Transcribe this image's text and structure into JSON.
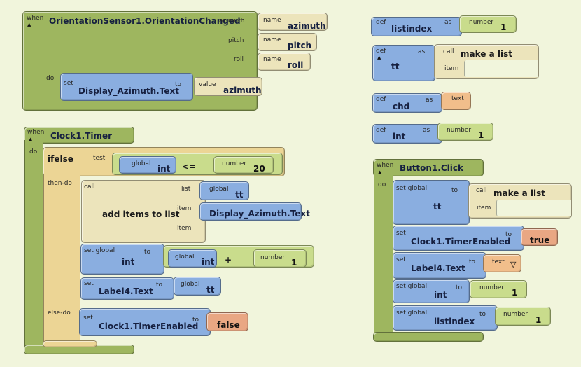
{
  "orientation_block": {
    "when": "when",
    "event": "OrientationSensor1.OrientationChanged",
    "params": [
      {
        "socket": "azimuth",
        "kw": "name",
        "value": "azimuth"
      },
      {
        "socket": "pitch",
        "kw": "name",
        "value": "pitch"
      },
      {
        "socket": "roll",
        "kw": "name",
        "value": "roll"
      }
    ],
    "do": "do",
    "set_kw": "set",
    "set_target": "Display_Azimuth.Text",
    "to": "to",
    "value_kw": "value",
    "value_name": "azimuth"
  },
  "clock_block": {
    "when": "when",
    "event": "Clock1.Timer",
    "do": "do",
    "ifelse": "ifelse",
    "test": "test",
    "global_kw": "global",
    "int_var": "int",
    "op_le": "<=",
    "number_kw": "number",
    "number_20": "20",
    "then_do": "then-do",
    "call": "call",
    "add_items": "add items to list",
    "list_socket": "list",
    "item_socket": "item",
    "tt_var": "tt",
    "display_text": "Display_Azimuth.Text",
    "set_global": "set global",
    "to": "to",
    "plus": "+",
    "number_1": "1",
    "set_kw": "set",
    "label4_text": "Label4.Text",
    "else_do": "else-do",
    "timer_enabled": "Clock1.TimerEnabled",
    "false_val": "false"
  },
  "defs": [
    {
      "def": "def",
      "name": "listindex",
      "as": "as",
      "kw": "number",
      "value": "1"
    },
    {
      "def": "def",
      "name": "tt",
      "as": "as",
      "kw": "call",
      "value": "make a list",
      "item": "item"
    },
    {
      "def": "def",
      "name": "chd",
      "as": "as",
      "kw": "text",
      "value": ""
    },
    {
      "def": "def",
      "name": "int",
      "as": "as",
      "kw": "number",
      "value": "1"
    }
  ],
  "button_block": {
    "when": "when",
    "event": "Button1.Click",
    "do": "do",
    "set_global": "set global",
    "tt": "tt",
    "to": "to",
    "call": "call",
    "make_list": "make a list",
    "item": "item",
    "set_kw": "set",
    "timer_enabled": "Clock1.TimerEnabled",
    "true_val": "true",
    "label4_text": "Label4.Text",
    "text_kw": "text",
    "dropdown_glyph": "▽",
    "int": "int",
    "number_kw": "number",
    "number_1": "1",
    "listindex": "listindex"
  }
}
